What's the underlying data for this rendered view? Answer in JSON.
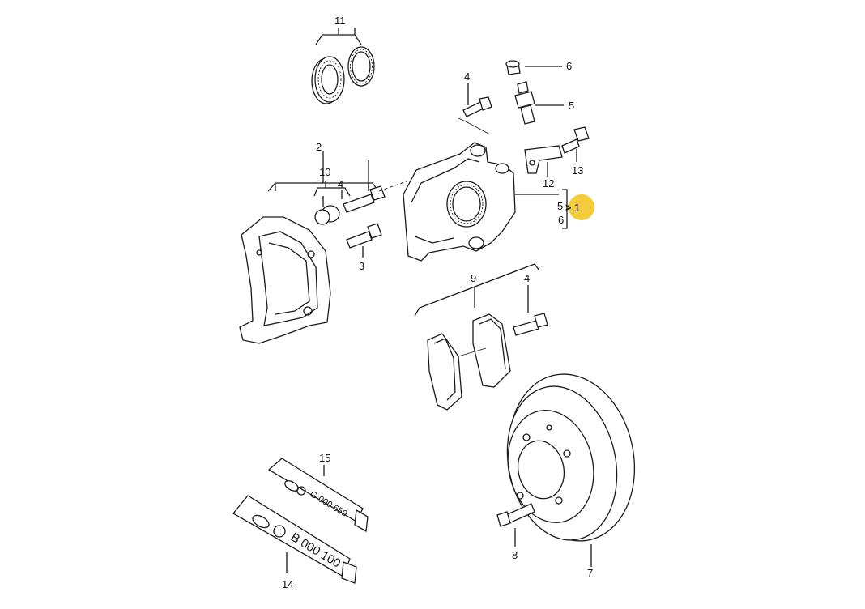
{
  "labels": {
    "l11": "11",
    "l6": "6",
    "l4a": "4",
    "l5": "5",
    "l2": "2",
    "l10": "10",
    "l4b": "4",
    "l3": "3",
    "l12": "12",
    "l13": "13",
    "l5b": "5",
    "l1": "1",
    "l6b": "6",
    "l9": "9",
    "l4c": "4",
    "l15": "15",
    "l14": "14",
    "l8": "8",
    "l7": "7"
  },
  "tube_15_text": "G 000 650",
  "tube_14_text": "B 000 100",
  "highlight_color": "#f2c316"
}
